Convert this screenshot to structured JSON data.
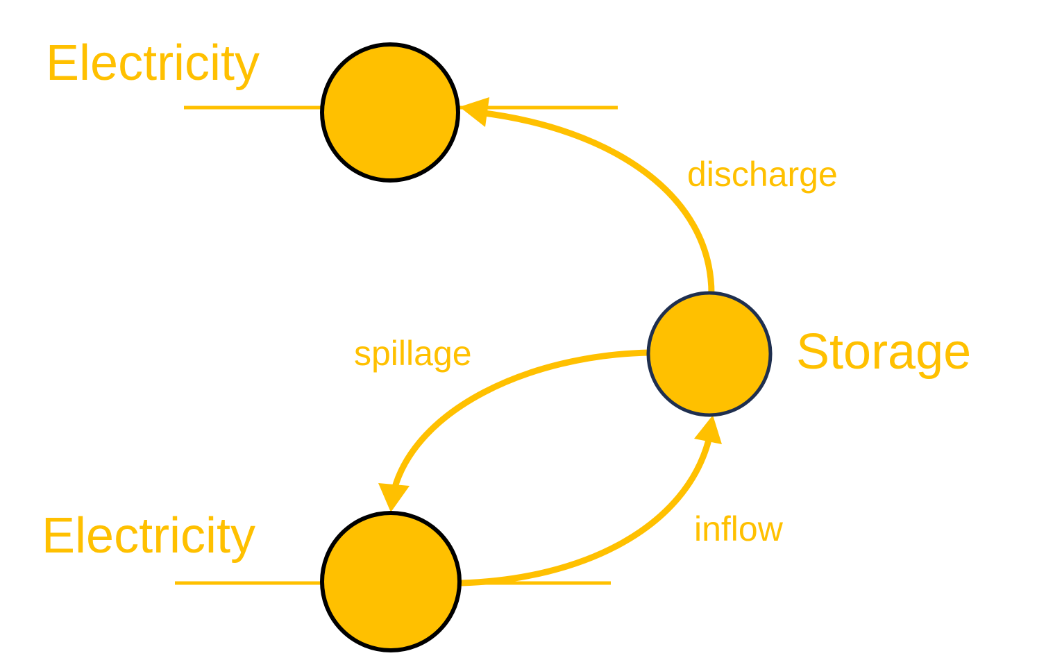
{
  "accent_color": "#FFC000",
  "node_outline_color": "#000000",
  "storage_outline_color": "#1F2F4F",
  "nodes": {
    "electricity_top": {
      "label": "Electricity"
    },
    "electricity_bottom": {
      "label": "Electricity"
    },
    "storage": {
      "label": "Storage"
    }
  },
  "edges": {
    "discharge": {
      "label": "discharge"
    },
    "spillage": {
      "label": "spillage"
    },
    "inflow": {
      "label": "inflow"
    }
  }
}
